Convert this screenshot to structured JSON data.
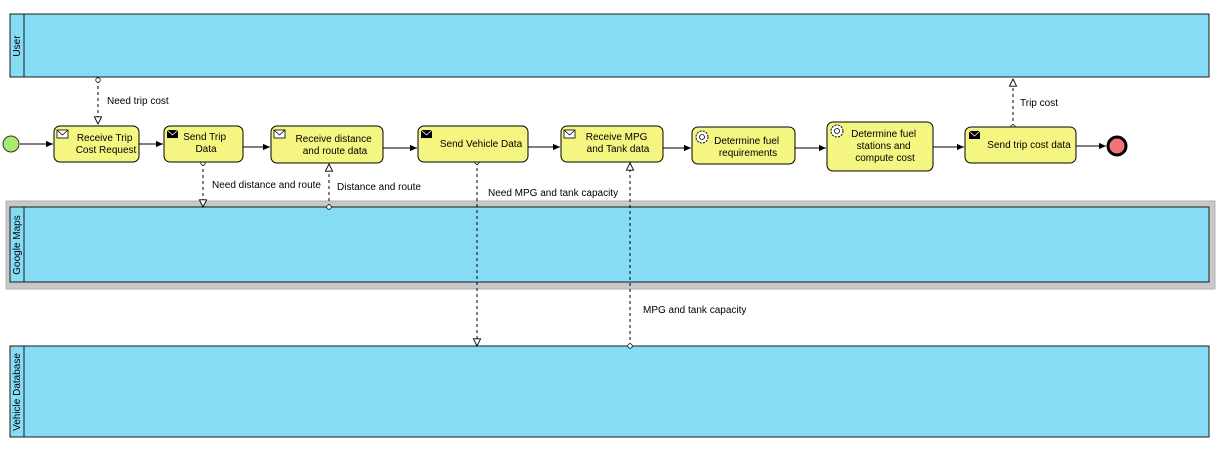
{
  "pools": {
    "user": "User",
    "google": "Google Maps",
    "vehicle": "Vehicle Database"
  },
  "tasks": {
    "t1": [
      "Receive Trip",
      "Cost Request"
    ],
    "t2": [
      "Send Trip",
      "Data"
    ],
    "t3": [
      "Receive distance",
      "and route data"
    ],
    "t4": [
      "Send Vehicle Data"
    ],
    "t5": [
      "Receive MPG",
      "and Tank data"
    ],
    "t6": [
      "Determine fuel",
      "requirements"
    ],
    "t7": [
      "Determine fuel",
      "stations and",
      "compute cost"
    ],
    "t8": [
      "Send trip cost data"
    ]
  },
  "messages": {
    "need_trip_cost": "Need trip cost",
    "need_distance": "Need distance and route",
    "distance_route": "Distance and route",
    "need_mpg": "Need MPG and tank capacity",
    "mpg_tank": "MPG and tank capacity",
    "trip_cost": "Trip cost"
  },
  "colors": {
    "pool_fill": "#87dcf5",
    "task_fill": "#f5f582",
    "start_fill": "#a6ea6e",
    "end_fill": "#f2737a",
    "outer_gray": "#c8c8c8"
  }
}
